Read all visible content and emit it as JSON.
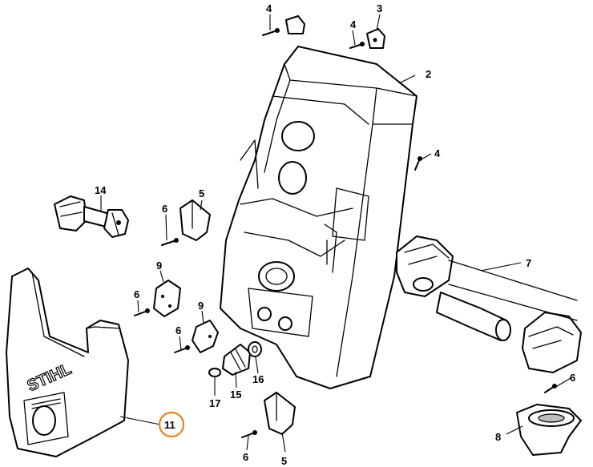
{
  "callouts": {
    "c2": "2",
    "c3": "3",
    "c4_top_left": "4",
    "c4_top": "4",
    "c4_right": "4",
    "c5_upper": "5",
    "c5_lower": "5",
    "c6_a": "6",
    "c6_b": "6",
    "c6_c": "6",
    "c6_d": "6",
    "c6_e": "6",
    "c7": "7",
    "c8": "8",
    "c9_a": "9",
    "c9_b": "9",
    "c11": "11",
    "c14": "14",
    "c15": "15",
    "c16": "16",
    "c17": "17"
  },
  "cover_brand": "STIHL",
  "highlight_color": "#e8821e"
}
